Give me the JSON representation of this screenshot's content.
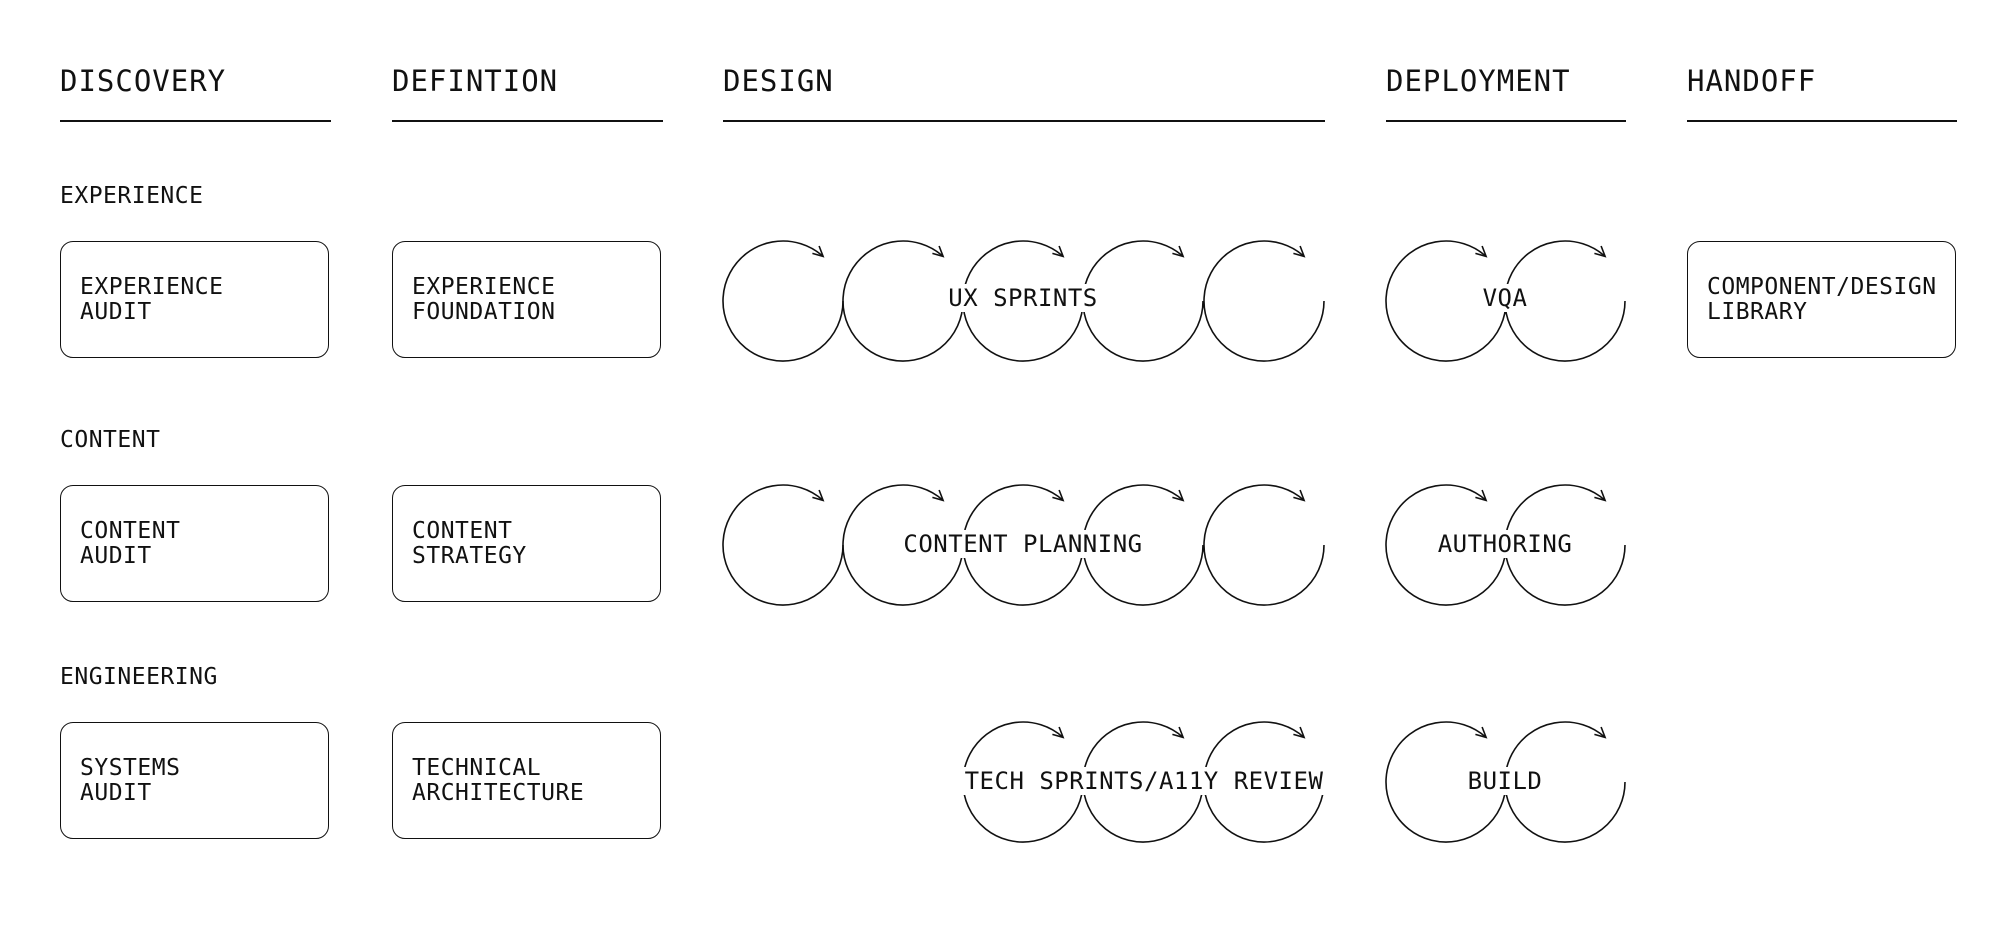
{
  "phases": [
    "DISCOVERY",
    "DEFINTION",
    "DESIGN",
    "DEPLOYMENT",
    "HANDOFF"
  ],
  "rows": [
    "EXPERIENCE",
    "CONTENT",
    "ENGINEERING"
  ],
  "boxes": {
    "experience_audit": [
      "EXPERIENCE",
      "AUDIT"
    ],
    "experience_foundation": [
      "EXPERIENCE",
      "FOUNDATION"
    ],
    "component_library": [
      "COMPONENT/DESIGN",
      "LIBRARY"
    ],
    "content_audit": [
      "CONTENT",
      "AUDIT"
    ],
    "content_strategy": [
      "CONTENT",
      "STRATEGY"
    ],
    "systems_audit": [
      "SYSTEMS",
      "AUDIT"
    ],
    "technical_architecture": [
      "TECHNICAL",
      "ARCHITECTURE"
    ]
  },
  "loops": {
    "ux_sprints": "UX SPRINTS",
    "vqa": "VQA",
    "content_planning": "CONTENT PLANNING",
    "authoring": "AUTHORING",
    "tech_sprints": "TECH SPRINTS/A11Y REVIEW",
    "build": "BUILD"
  },
  "colors": {
    "ink": "#111111",
    "background": "#ffffff"
  }
}
